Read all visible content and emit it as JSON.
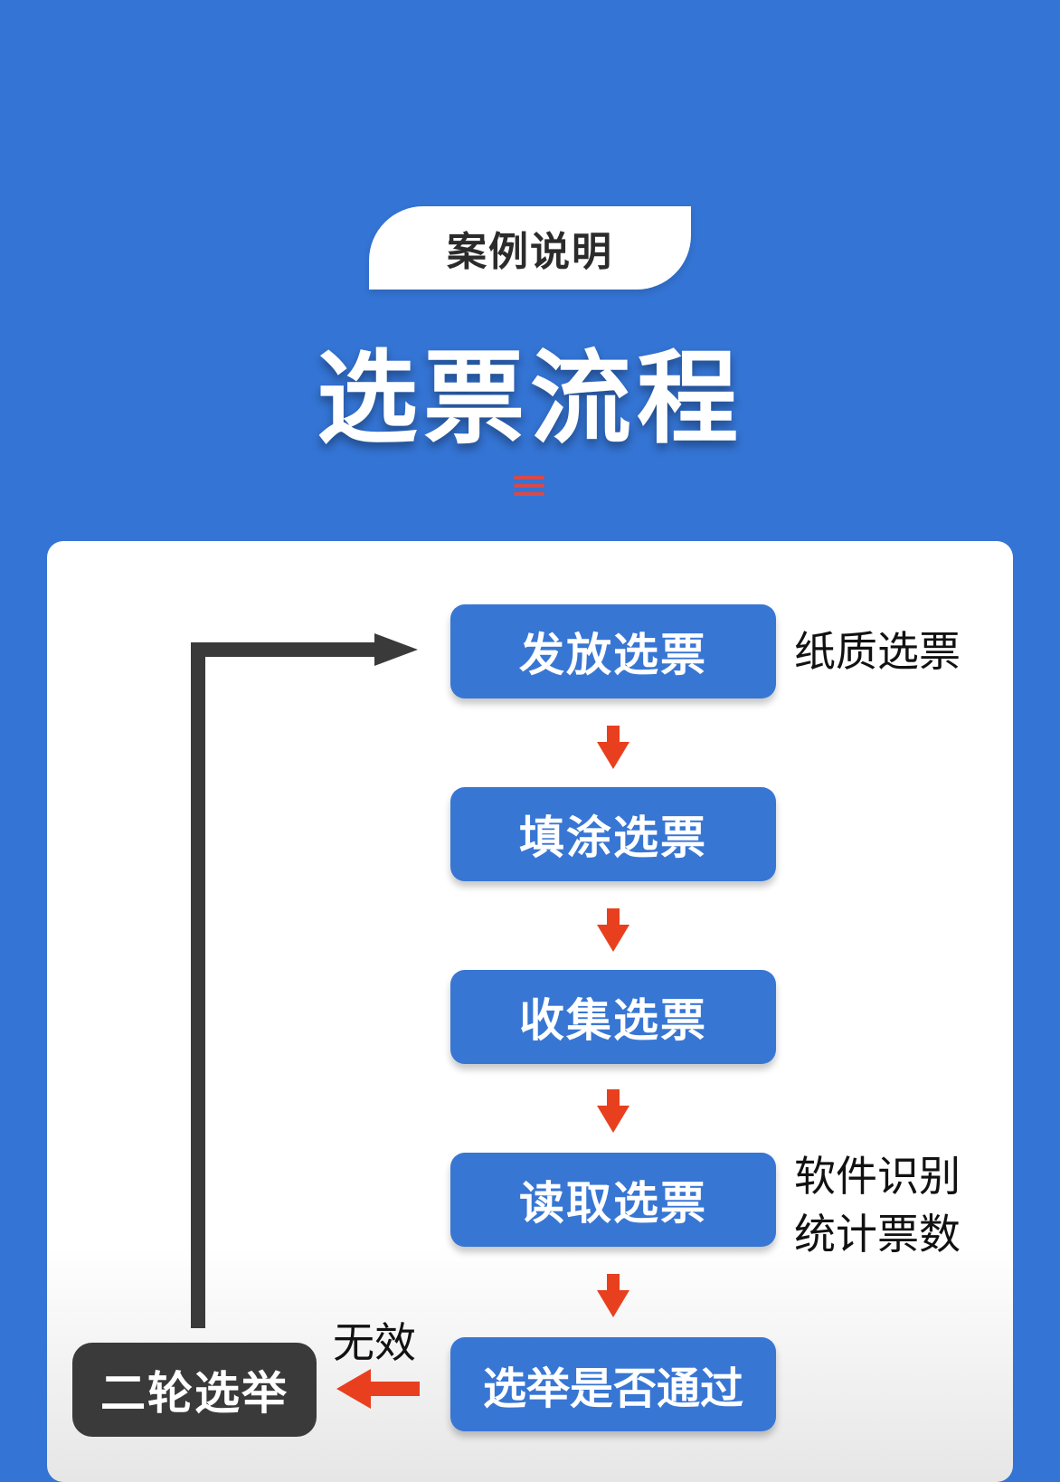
{
  "header": {
    "pill_label": "案例说明",
    "title": "选票流程"
  },
  "flow": {
    "steps": [
      "发放选票",
      "填涂选票",
      "收集选票",
      "读取选票",
      "选举是否通过"
    ],
    "notes": {
      "ballot_type": "纸质选票",
      "software_line1": "软件识别",
      "software_line2": "统计票数"
    },
    "invalid_label": "无效",
    "second_round": "二轮选举"
  },
  "colors": {
    "background": "#3474d4",
    "step_box": "#3876d4",
    "flow_arrow": "#e8401f",
    "loop_line": "#3a3a3a",
    "second_round_box": "#3a3a3a"
  },
  "icons": [
    "menu-icon",
    "arrow-down-icon",
    "arrow-left-icon",
    "arrow-right-icon"
  ]
}
